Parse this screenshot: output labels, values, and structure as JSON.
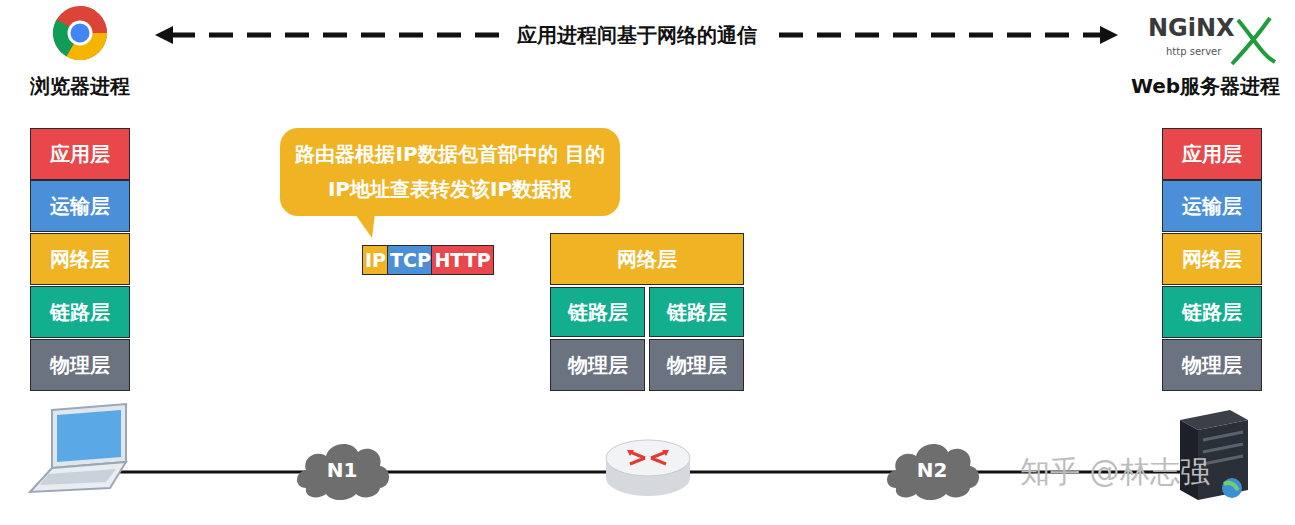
{
  "diagram": {
    "nodes": [
      {
        "text": [
          "浏览器进程"
        ]
      },
      {
        "text": [
          "Web服务器进程"
        ]
      },
      {
        "text": [
          "应用层"
        ]
      },
      {
        "text": [
          "运输层"
        ]
      },
      {
        "text": [
          "网络层"
        ]
      },
      {
        "text": [
          "链路层"
        ]
      },
      {
        "text": [
          "物理层"
        ]
      },
      {
        "text": [
          "路由器根据IP数据包首部中的 目的IP地址查表转发该IP数据报"
        ]
      },
      {
        "text": [
          "IP"
        ]
      },
      {
        "text": [
          "TCP"
        ]
      },
      {
        "text": [
          "HTTP"
        ]
      },
      {
        "text": [
          "网络层"
        ]
      },
      {
        "text": [
          "链路层"
        ]
      },
      {
        "text": [
          "链路层"
        ]
      },
      {
        "text": [
          "物理层"
        ]
      },
      {
        "text": [
          "物理层"
        ]
      },
      {
        "text": [
          "应用层"
        ]
      },
      {
        "text": [
          "运输层"
        ]
      },
      {
        "text": [
          "网络层"
        ]
      },
      {
        "text": [
          "链路层"
        ]
      },
      {
        "text": [
          "物理层"
        ]
      },
      {
        "text": [
          "N1"
        ]
      },
      {
        "text": [
          "N2"
        ]
      }
    ],
    "edges": [
      {
        "from": 0,
        "to": 1,
        "arrow": "both",
        "label": "应用进程间基于网络的通信"
      }
    ],
    "labels": [
      "NGiNX",
      "http server",
      "知乎 @林志强"
    ]
  }
}
